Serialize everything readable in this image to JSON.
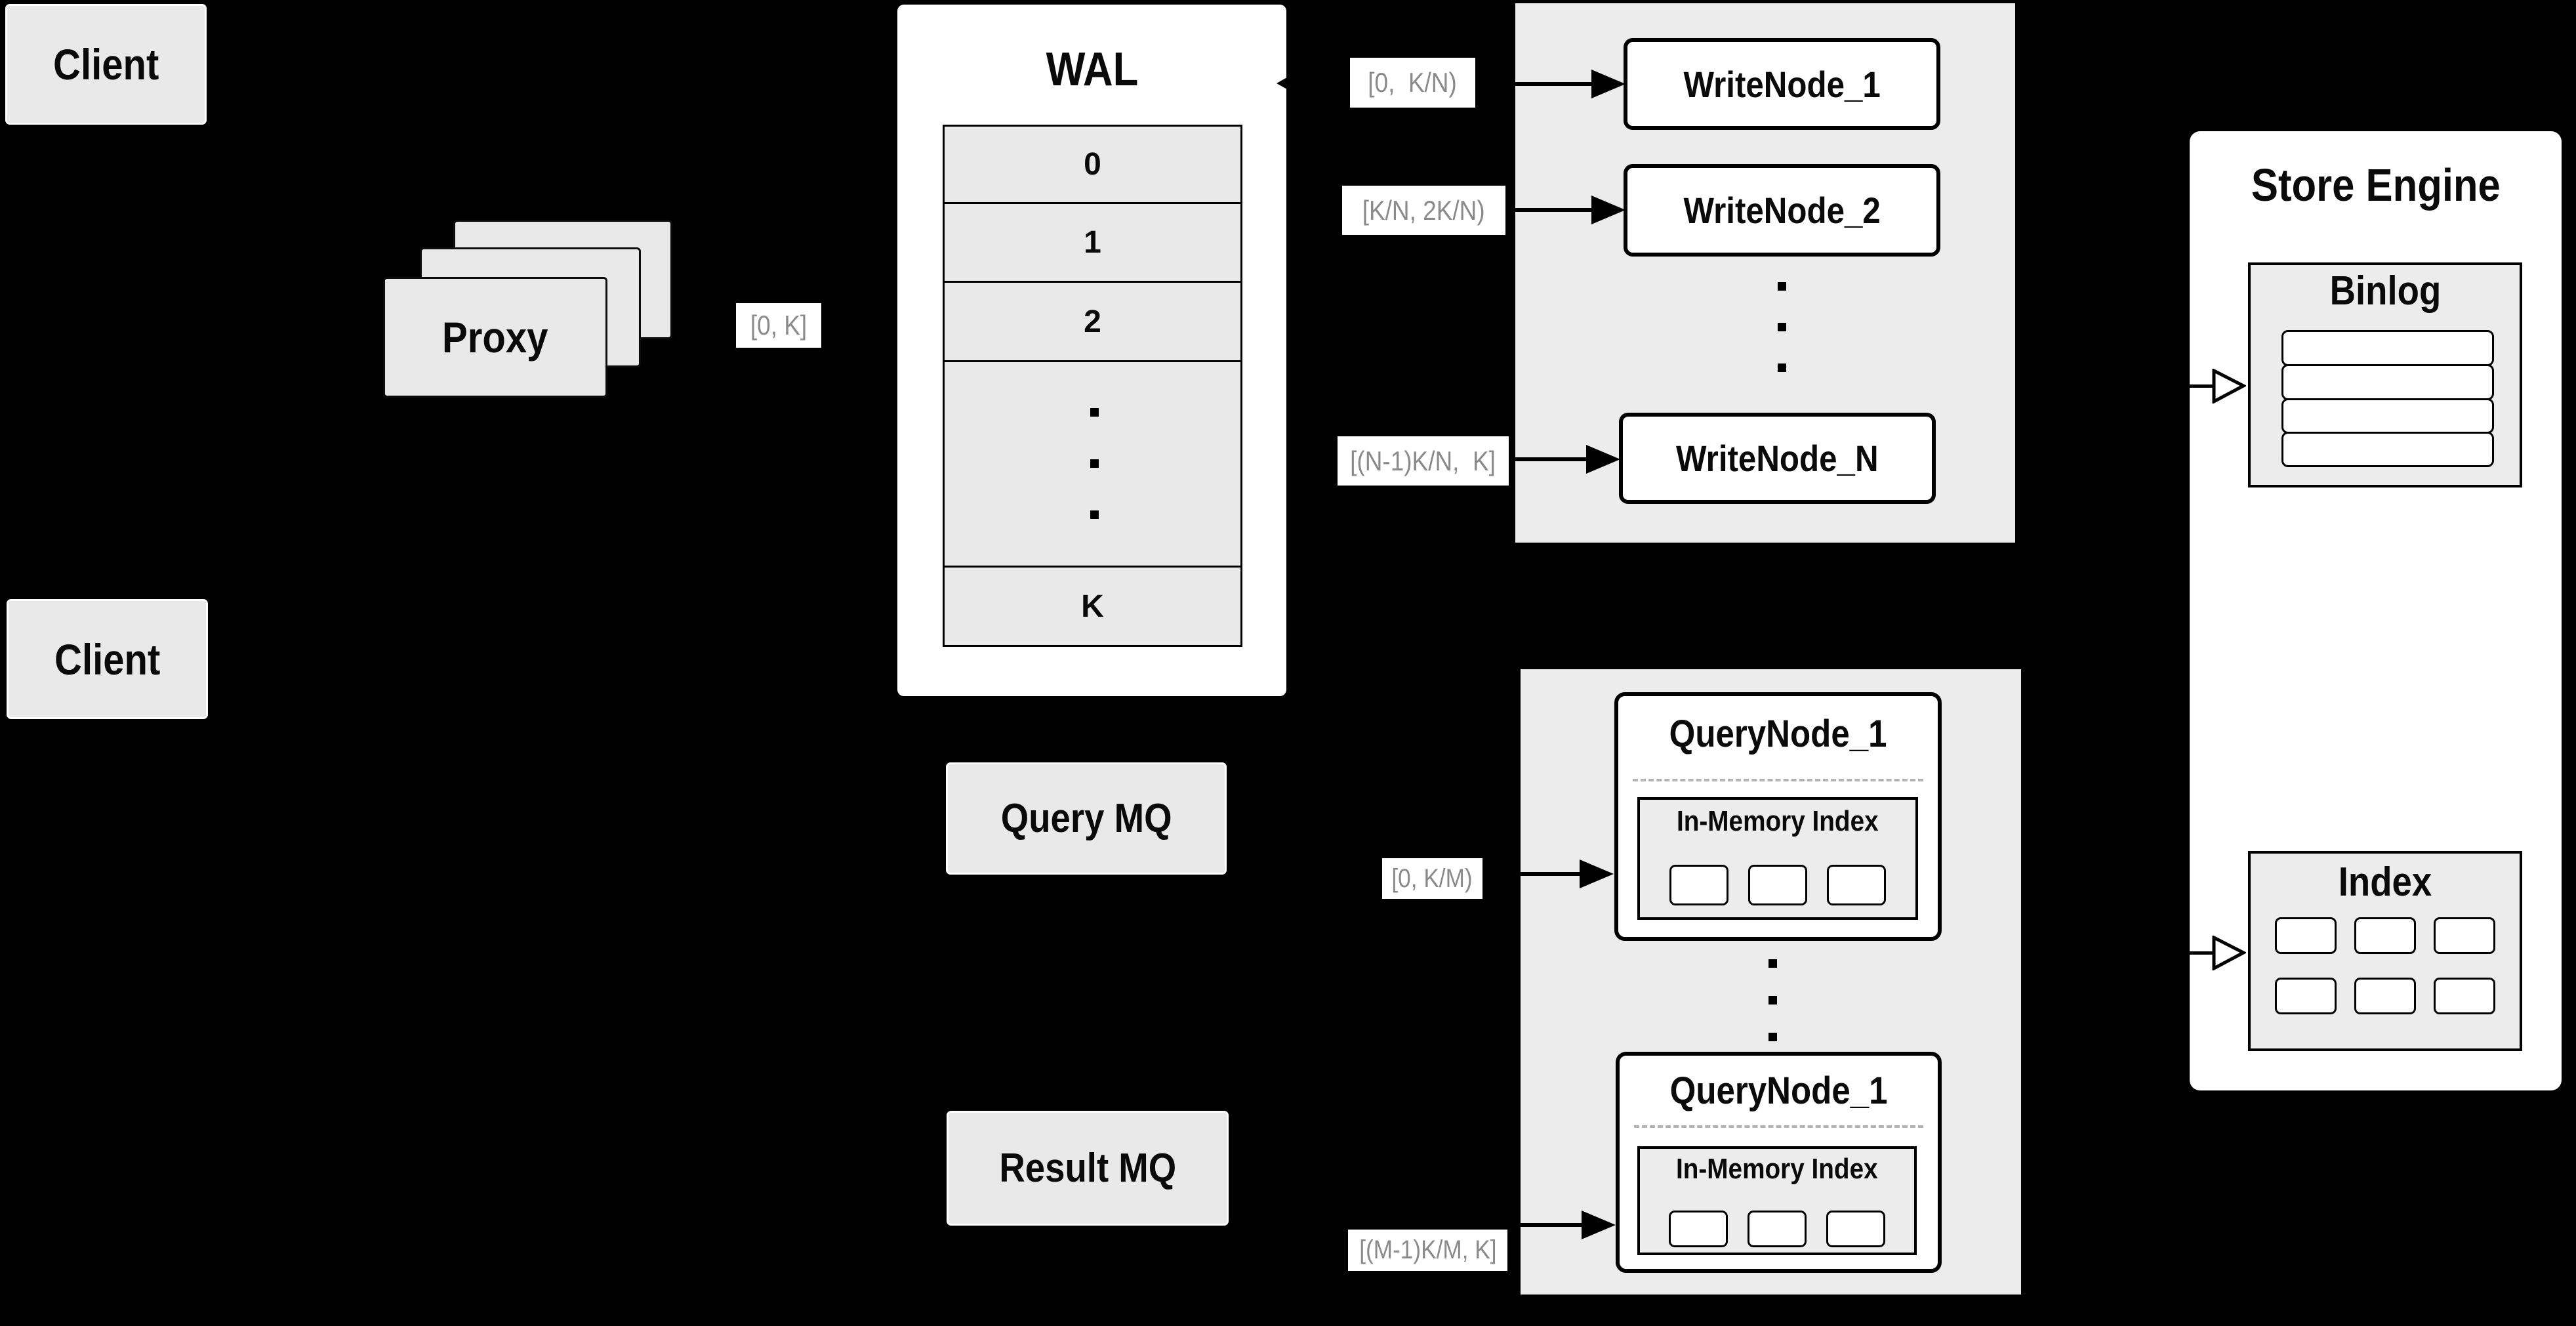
{
  "diagram": {
    "clients": {
      "top": "Client",
      "bottom": "Client"
    },
    "proxy": {
      "label": "Proxy",
      "range": "[0, K]"
    },
    "wal": {
      "title": "WAL",
      "rows": [
        "0",
        "1",
        "2",
        "K"
      ]
    },
    "write": {
      "node1": "WriteNode_1",
      "node2": "WriteNode_2",
      "nodeN": "WriteNode_N",
      "range1": "[0,  K/N)",
      "range2": "[K/N, 2K/N)",
      "rangeN": "[(N-1)K/N,  K]"
    },
    "mq": {
      "query": "Query MQ",
      "result": "Result MQ"
    },
    "query": {
      "node1_title": "QueryNode_1",
      "node2_title": "QueryNode_1",
      "inner_title1": "In-Memory Index",
      "inner_title2": "In-Memory Index",
      "range1": "[0, K/M)",
      "range2": "[(M-1)K/M, K]"
    },
    "store": {
      "title": "Store Engine",
      "binlog": "Binlog",
      "index": "Index"
    }
  },
  "colors": {
    "background": "#000000",
    "panel_white": "#ffffff",
    "box_gray": "#e9e9e9",
    "container_gray": "#ececec",
    "border_black": "#000000",
    "range_text_gray": "#8a8a8a",
    "dash_gray": "#b3b3b3"
  }
}
